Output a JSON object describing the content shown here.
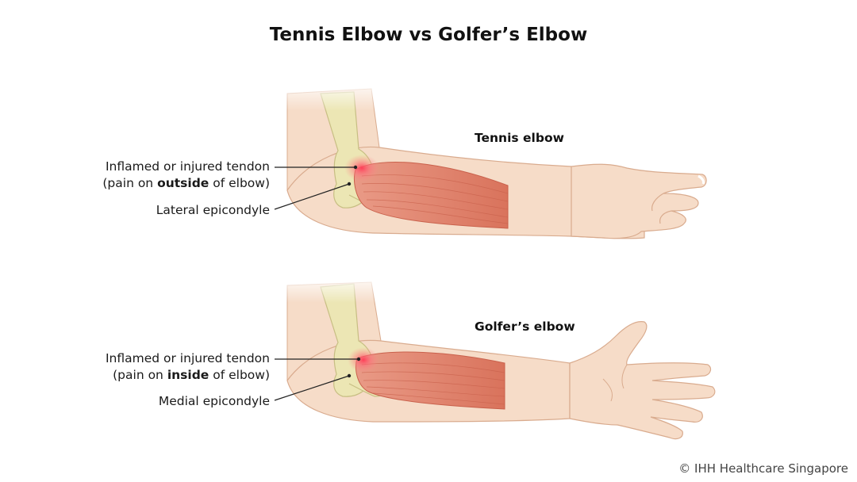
{
  "title": "Tennis Elbow vs Golfer’s Elbow",
  "panels": [
    {
      "arm_label": "Tennis elbow",
      "tendon_label_line1": "Inflamed or injured tendon",
      "tendon_label_line2_pre": "(pain on ",
      "tendon_label_line2_bold": "outside",
      "tendon_label_line2_post": " of elbow)",
      "epicondyle_label": "Lateral epicondyle"
    },
    {
      "arm_label": "Golfer’s elbow",
      "tendon_label_line1": "Inflamed or injured tendon",
      "tendon_label_line2_pre": "(pain on ",
      "tendon_label_line2_bold": "inside",
      "tendon_label_line2_post": " of elbow)",
      "epicondyle_label": "Medial epicondyle"
    }
  ],
  "copyright": "© IHH Healthcare Singapore",
  "colors": {
    "skin": "#f6dcc8",
    "skin_shade": "#eccab1",
    "skin_outline": "#d9ab8e",
    "bone": "#ece6b4",
    "bone_outline": "#c7be83",
    "muscle": "#e1846d",
    "muscle_line": "#c9614c",
    "inflammation": "#ff4d5e",
    "leader_line": "#222222"
  }
}
